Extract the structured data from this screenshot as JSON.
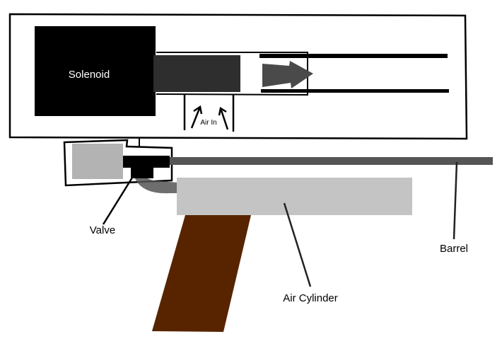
{
  "diagram": {
    "type": "air-gun-mechanism-schematic",
    "labels": {
      "solenoid": "Solenoid",
      "air_in": "Air In",
      "valve": "Valve",
      "barrel": "Barrel",
      "air_cylinder": "Air Cylinder"
    },
    "colors": {
      "solenoid_body": "#000000",
      "plunger": "#2e2e2e",
      "flow_arrow": "#4a4a4a",
      "barrel": "#555555",
      "air_cylinder": "#c4c4c4",
      "valve_block": "#b3b3b3",
      "grip": "#582400",
      "outline": "#000000",
      "solenoid_text": "#ffffff"
    },
    "components": [
      {
        "id": "solenoid",
        "label": "Solenoid"
      },
      {
        "id": "plunger",
        "label": ""
      },
      {
        "id": "air-inlet",
        "label": "Air In"
      },
      {
        "id": "valve",
        "label": "Valve"
      },
      {
        "id": "barrel",
        "label": "Barrel"
      },
      {
        "id": "air-cylinder",
        "label": "Air Cylinder"
      },
      {
        "id": "grip",
        "label": ""
      }
    ]
  }
}
